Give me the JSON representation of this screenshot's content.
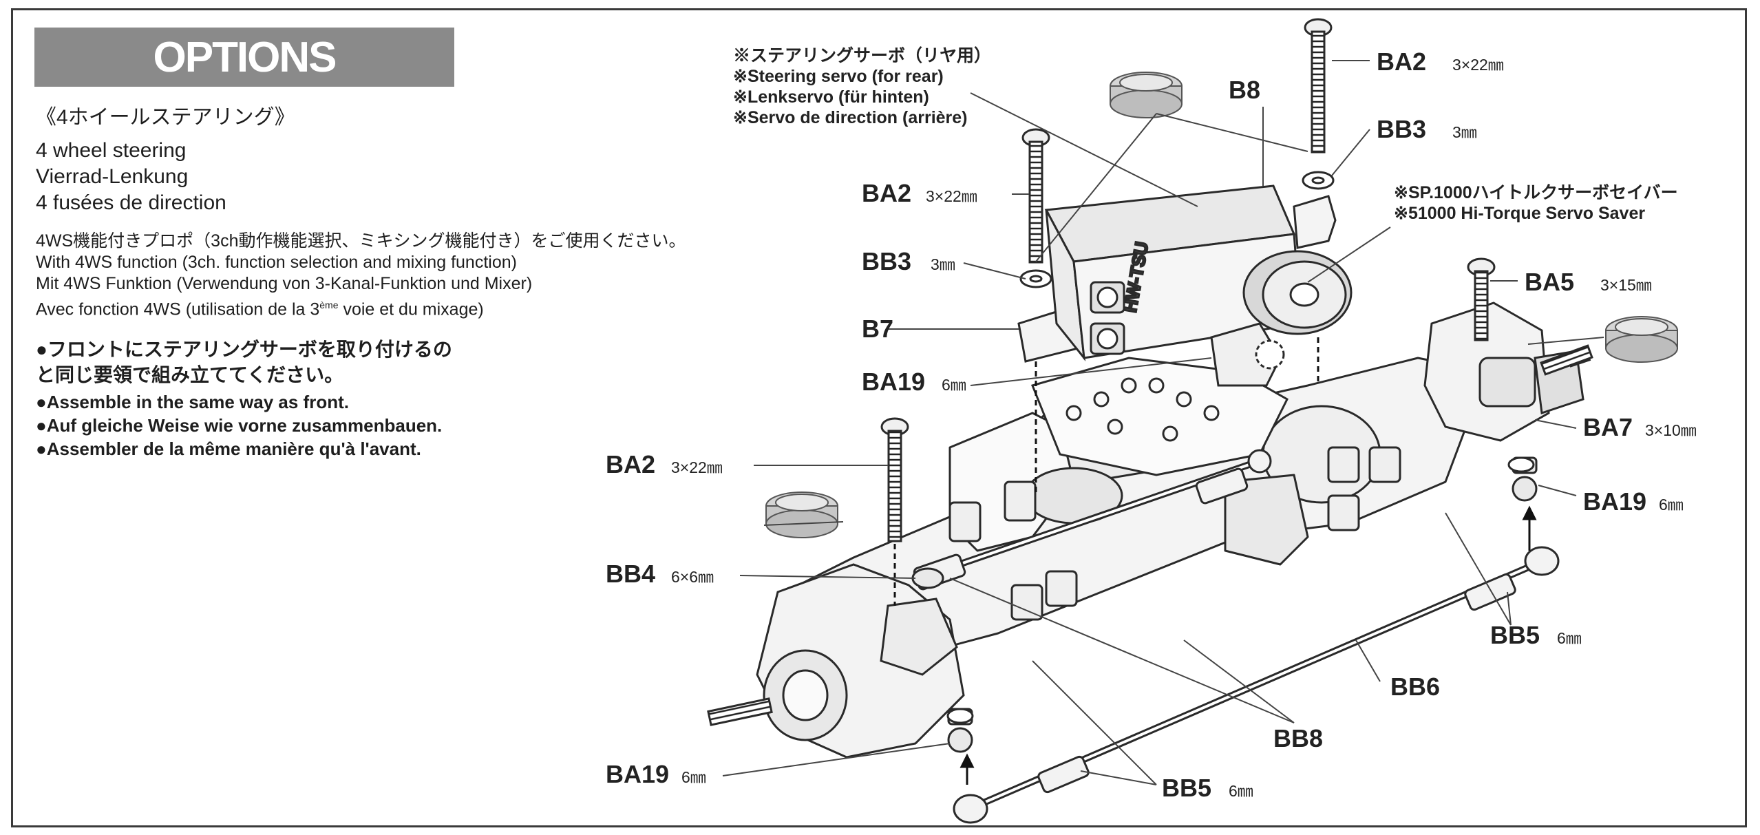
{
  "badge": "OPTIONS",
  "heading": {
    "jp": "《4ホイールステアリング》",
    "en": "4 wheel steering",
    "de": "Vierrad-Lenkung",
    "fr": "4 fusées de direction"
  },
  "requirement": {
    "jp": "4WS機能付きプロポ（3ch動作機能選択、ミキシング機能付き）をご使用ください。",
    "en": "With 4WS function (3ch. function selection and mixing function)",
    "de": "Mit 4WS Funktion (Verwendung von 3-Kanal-Funktion und Mixer)",
    "fr_prefix": "Avec fonction 4WS (utilisation de la 3",
    "fr_sup": "ème",
    "fr_suffix": " voie et du mixage)"
  },
  "instructions": {
    "jp1": "●フロントにステアリングサーボを取り付けるの",
    "jp2": "と同じ要領で組み立ててください。",
    "en": "●Assemble in the same way as front.",
    "de": "●Auf gleiche Weise wie vorne zusammenbauen.",
    "fr": "●Assembler de la même manière qu'à l'avant."
  },
  "servo_note": [
    "※ステアリングサーボ（リヤ用）",
    "※Steering servo (for rear)",
    "※Lenkservo (für hinten)",
    "※Servo de direction (arrière)"
  ],
  "saver_note": [
    "※SP.1000ハイトルクサーボセイバー",
    "※51000 Hi-Torque Servo Saver"
  ],
  "servo_marking": "HW-TSU",
  "parts": [
    {
      "code": "BA2",
      "size": "3×22㎜"
    },
    {
      "code": "BB3",
      "size": "3㎜"
    },
    {
      "code": "B8",
      "size": ""
    },
    {
      "code": "BA2",
      "size": "3×22㎜"
    },
    {
      "code": "BB3",
      "size": "3㎜"
    },
    {
      "code": "B7",
      "size": ""
    },
    {
      "code": "BA5",
      "size": "3×15㎜"
    },
    {
      "code": "BA19",
      "size": "6㎜"
    },
    {
      "code": "BA7",
      "size": "3×10㎜"
    },
    {
      "code": "BA2",
      "size": "3×22㎜"
    },
    {
      "code": "BA19",
      "size": "6㎜"
    },
    {
      "code": "BB4",
      "size": "6×6㎜"
    },
    {
      "code": "BB5",
      "size": "6㎜"
    },
    {
      "code": "BB6",
      "size": ""
    },
    {
      "code": "BB8",
      "size": ""
    },
    {
      "code": "BA19",
      "size": "6㎜"
    },
    {
      "code": "BB5",
      "size": "6㎜"
    }
  ]
}
